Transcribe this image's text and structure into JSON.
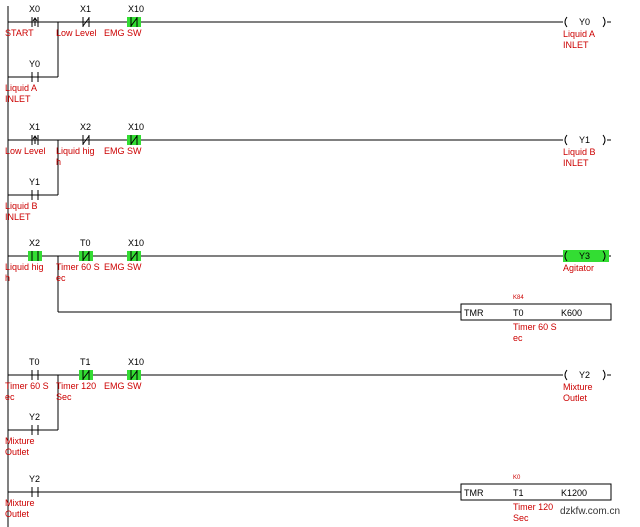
{
  "colors": {
    "energized": "#33dd33",
    "comment": "#cc0000",
    "wire": "#000000"
  },
  "rungs": [
    {
      "contacts": [
        {
          "addr": "X0",
          "type": "rising",
          "energized": false,
          "comment": [
            "START"
          ]
        },
        {
          "addr": "X1",
          "type": "nc",
          "energized": false,
          "comment": [
            "Low Level"
          ]
        },
        {
          "addr": "X10",
          "type": "nc",
          "energized": true,
          "comment": [
            "EMG SW"
          ]
        }
      ],
      "branch": {
        "addr": "Y0",
        "type": "no",
        "energized": false,
        "comment": [
          "Liquid A",
          "INLET"
        ]
      },
      "coil": {
        "addr": "Y0",
        "energized": false,
        "comment": [
          "Liquid A",
          "INLET"
        ]
      }
    },
    {
      "contacts": [
        {
          "addr": "X1",
          "type": "rising",
          "energized": false,
          "comment": [
            "Low Level"
          ]
        },
        {
          "addr": "X2",
          "type": "nc",
          "energized": false,
          "comment": [
            "Liquid hig",
            "h"
          ]
        },
        {
          "addr": "X10",
          "type": "nc",
          "energized": true,
          "comment": [
            "EMG SW"
          ]
        }
      ],
      "branch": {
        "addr": "Y1",
        "type": "no",
        "energized": false,
        "comment": [
          "Liquid B",
          "INLET"
        ]
      },
      "coil": {
        "addr": "Y1",
        "energized": false,
        "comment": [
          "Liquid B",
          "INLET"
        ]
      }
    },
    {
      "contacts": [
        {
          "addr": "X2",
          "type": "no",
          "energized": true,
          "comment": [
            "Liquid hig",
            "h"
          ]
        },
        {
          "addr": "T0",
          "type": "nc",
          "energized": true,
          "comment": [
            "Timer 60 S",
            "ec"
          ]
        },
        {
          "addr": "X10",
          "type": "nc",
          "energized": true,
          "comment": [
            "EMG SW"
          ]
        }
      ],
      "coil": {
        "addr": "Y3",
        "energized": true,
        "comment": [
          "Agitator"
        ]
      },
      "timer": {
        "inst": "TMR",
        "dev": "T0",
        "preset": "K600",
        "value": "K84",
        "comment": [
          "Timer 60 S",
          "ec"
        ]
      }
    },
    {
      "contacts": [
        {
          "addr": "T0",
          "type": "no",
          "energized": false,
          "comment": [
            "Timer 60 S",
            "ec"
          ]
        },
        {
          "addr": "T1",
          "type": "nc",
          "energized": true,
          "comment": [
            "Timer 120",
            "Sec"
          ]
        },
        {
          "addr": "X10",
          "type": "nc",
          "energized": true,
          "comment": [
            "EMG SW"
          ]
        }
      ],
      "branch": {
        "addr": "Y2",
        "type": "no",
        "energized": false,
        "comment": [
          "Mixture",
          "Outlet"
        ]
      },
      "coil": {
        "addr": "Y2",
        "energized": false,
        "comment": [
          "Mixture",
          "Outlet"
        ]
      }
    },
    {
      "contacts": [
        {
          "addr": "Y2",
          "type": "no",
          "energized": false,
          "comment": [
            "Mixture",
            "Outlet"
          ]
        }
      ],
      "timer": {
        "inst": "TMR",
        "dev": "T1",
        "preset": "K1200",
        "value": "K0",
        "comment": [
          "Timer 120",
          "Sec"
        ]
      }
    }
  ],
  "watermark": "dzkfw.com.cn"
}
